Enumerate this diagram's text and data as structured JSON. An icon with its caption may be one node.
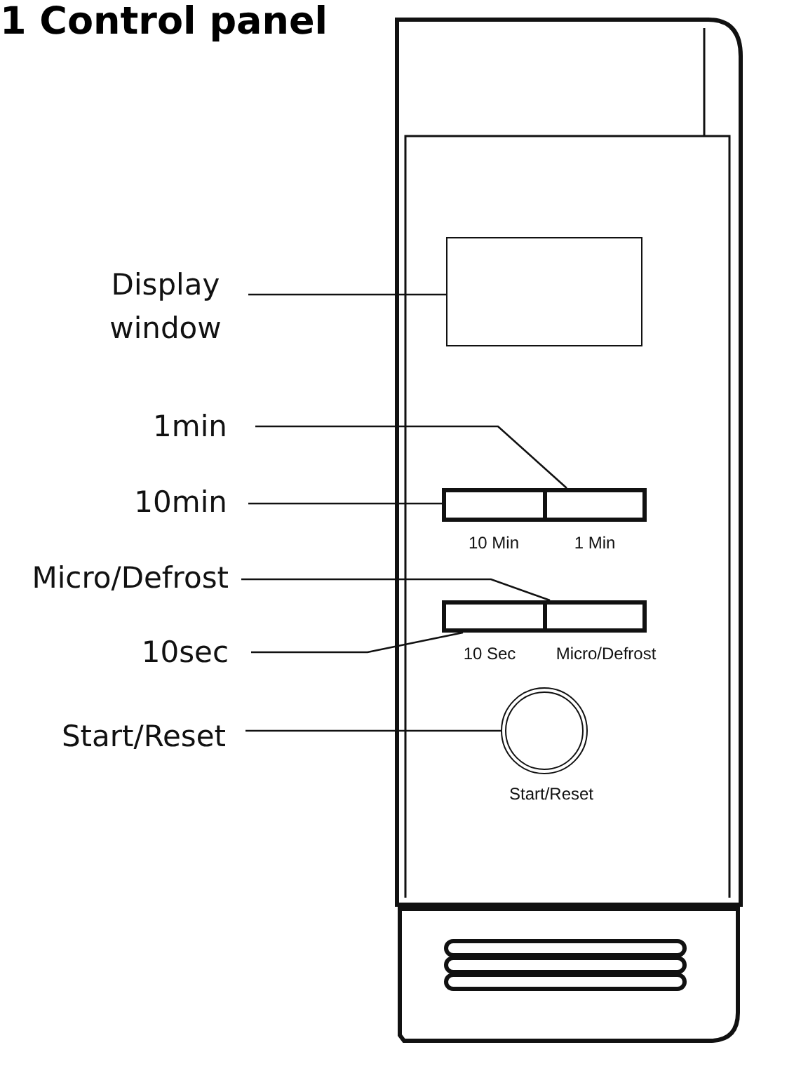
{
  "diagram": {
    "title": "1 Control panel",
    "nodes": [
      {
        "text": [
          "Display window"
        ]
      },
      {
        "text": [
          "1min"
        ]
      },
      {
        "text": [
          "10min"
        ]
      },
      {
        "text": [
          "Micro/Defrost"
        ]
      },
      {
        "text": [
          "10sec"
        ]
      },
      {
        "text": [
          "Start/Reset"
        ]
      },
      {
        "text": [],
        "shape": "box"
      },
      {
        "text": [],
        "shape": "box",
        "beside": [
          "10 Min"
        ]
      },
      {
        "text": [],
        "shape": "box",
        "beside": [
          "1 Min"
        ]
      },
      {
        "text": [],
        "shape": "box",
        "beside": [
          "10 Sec"
        ]
      },
      {
        "text": [],
        "shape": "box",
        "beside": [
          "Micro/Defrost"
        ]
      },
      {
        "text": [],
        "shape": "circle",
        "beside": [
          "Start/Reset"
        ]
      }
    ],
    "edges": [
      {
        "from": 0,
        "to": 6,
        "arrow": "none"
      },
      {
        "from": 1,
        "to": 8,
        "arrow": "none"
      },
      {
        "from": 2,
        "to": 7,
        "arrow": "none"
      },
      {
        "from": 3,
        "to": 10,
        "arrow": "none"
      },
      {
        "from": 4,
        "to": 9,
        "arrow": "none"
      },
      {
        "from": 5,
        "to": 11,
        "arrow": "none"
      }
    ]
  }
}
